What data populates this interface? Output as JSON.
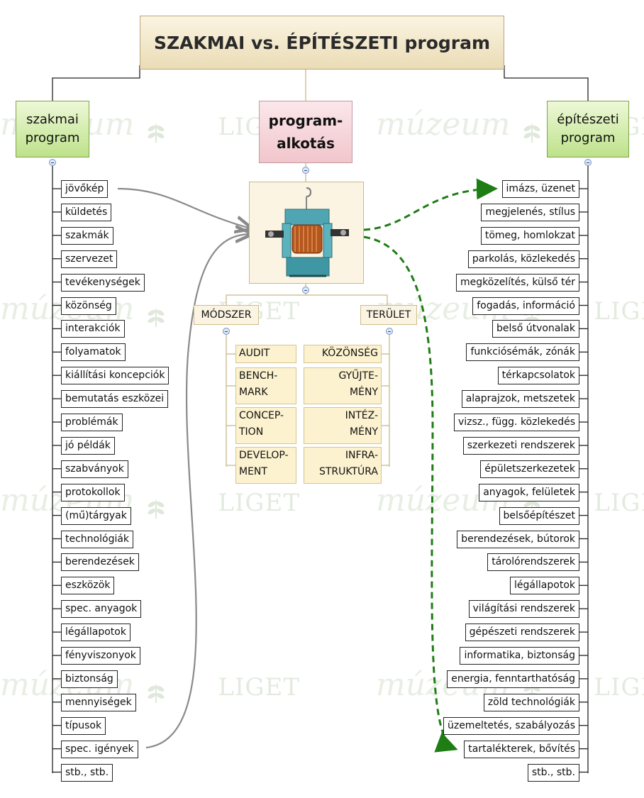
{
  "title": "SZAKMAI vs. ÉPÍTÉSZETI program",
  "left_head": [
    "szakmai",
    "program"
  ],
  "center_head": [
    "program-",
    "alkotás"
  ],
  "right_head": [
    "építészeti",
    "program"
  ],
  "watermark": {
    "word1": "múzeum",
    "word2": "LIGET"
  },
  "left_items": [
    "jövőkép",
    "küldetés",
    "szakmák",
    "szervezet",
    "tevékenységek",
    "közönség",
    "interakciók",
    "folyamatok",
    "kiállítási koncepciók",
    "bemutatás eszközei",
    "problémák",
    "jó példák",
    "szabványok",
    "protokollok",
    "(mű)tárgyak",
    "technológiák",
    "berendezések",
    "eszközök",
    "spec. anyagok",
    "légállapotok",
    "fényviszonyok",
    "biztonság",
    "mennyiségek",
    "típusok",
    "spec. igények",
    "stb., stb."
  ],
  "right_items": [
    "imázs, üzenet",
    "megjelenés, stílus",
    "tömeg, homlokzat",
    "parkolás, közlekedés",
    "megközelítés, külső tér",
    "fogadás, információ",
    "belső útvonalak",
    "funkciósémák, zónák",
    "térkapcsolatok",
    "alaprajzok, metszetek",
    "vizsz., függ. közlekedés",
    "szerkezeti rendszerek",
    "épületszerkezetek",
    "anyagok, felületek",
    "belsőépítészet",
    "berendezések, bútorok",
    "tárolórendszerek",
    "légállapotok",
    "világítási rendszerek",
    "gépészeti rendszerek",
    "informatika, biztonság",
    "energia, fenntarthatóság",
    "zöld technológiák",
    "üzemeltetés, szabályozás",
    "tartalékterek, bővítés",
    "stb., stb."
  ],
  "methods": {
    "label": "MÓDSZER",
    "items": [
      [
        "AUDIT"
      ],
      [
        "BENCH-",
        "MARK"
      ],
      [
        "CONCEP-",
        "TION"
      ],
      [
        "DEVELOP-",
        "MENT"
      ]
    ]
  },
  "areas": {
    "label": "TERÜLET",
    "items": [
      [
        "KÖZÖNSÉG"
      ],
      [
        "GYŰJTE-",
        "MÉNY"
      ],
      [
        "INTÉZ-",
        "MÉNY"
      ],
      [
        "INFRA-",
        "STRUKTÚRA"
      ]
    ]
  },
  "colors": {
    "green_arrow": "#1e7d14",
    "gray_arrow": "#8a8a8a"
  }
}
